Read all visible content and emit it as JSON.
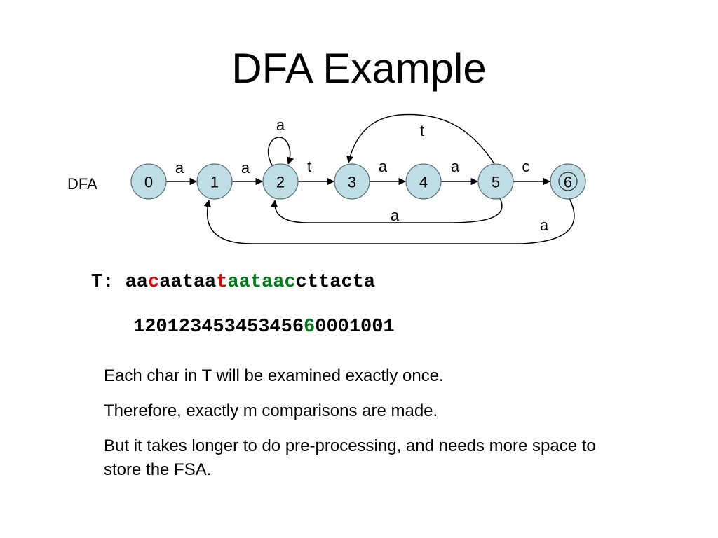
{
  "slide": {
    "title": "DFA Example",
    "dfa_label": "DFA"
  },
  "states": [
    "0",
    "1",
    "2",
    "3",
    "4",
    "5",
    "6"
  ],
  "accept_state": "6",
  "edges": [
    {
      "from": "0",
      "to": "1",
      "label": "a"
    },
    {
      "from": "1",
      "to": "2",
      "label": "a"
    },
    {
      "from": "2",
      "to": "2",
      "label": "a"
    },
    {
      "from": "2",
      "to": "3",
      "label": "t"
    },
    {
      "from": "3",
      "to": "4",
      "label": "a"
    },
    {
      "from": "4",
      "to": "5",
      "label": "a"
    },
    {
      "from": "5",
      "to": "3",
      "label": "t"
    },
    {
      "from": "5",
      "to": "6",
      "label": "c"
    },
    {
      "from": "5",
      "to": "2",
      "label": "a"
    },
    {
      "from": "6",
      "to": "1",
      "label": "a"
    }
  ],
  "text_row": {
    "prefix": "T: ",
    "segments": [
      {
        "text": "aa",
        "color": "#000000"
      },
      {
        "text": "c",
        "color": "#e00000"
      },
      {
        "text": "aataa",
        "color": "#000000"
      },
      {
        "text": "t",
        "color": "#e00000"
      },
      {
        "text": "aataac",
        "color": "#007a1a"
      },
      {
        "text": "cttacta",
        "color": "#000000"
      }
    ]
  },
  "state_row": {
    "segments": [
      {
        "text": "120123453453456",
        "color": "#000000"
      },
      {
        "text": "6",
        "color": "#007a1a"
      },
      {
        "text": "0001001",
        "color": "#000000"
      }
    ]
  },
  "notes": [
    "Each char in T will be examined exactly once.",
    "Therefore, exactly m comparisons are made.",
    "But it takes longer to do pre-processing, and needs more space to store the FSA."
  ]
}
